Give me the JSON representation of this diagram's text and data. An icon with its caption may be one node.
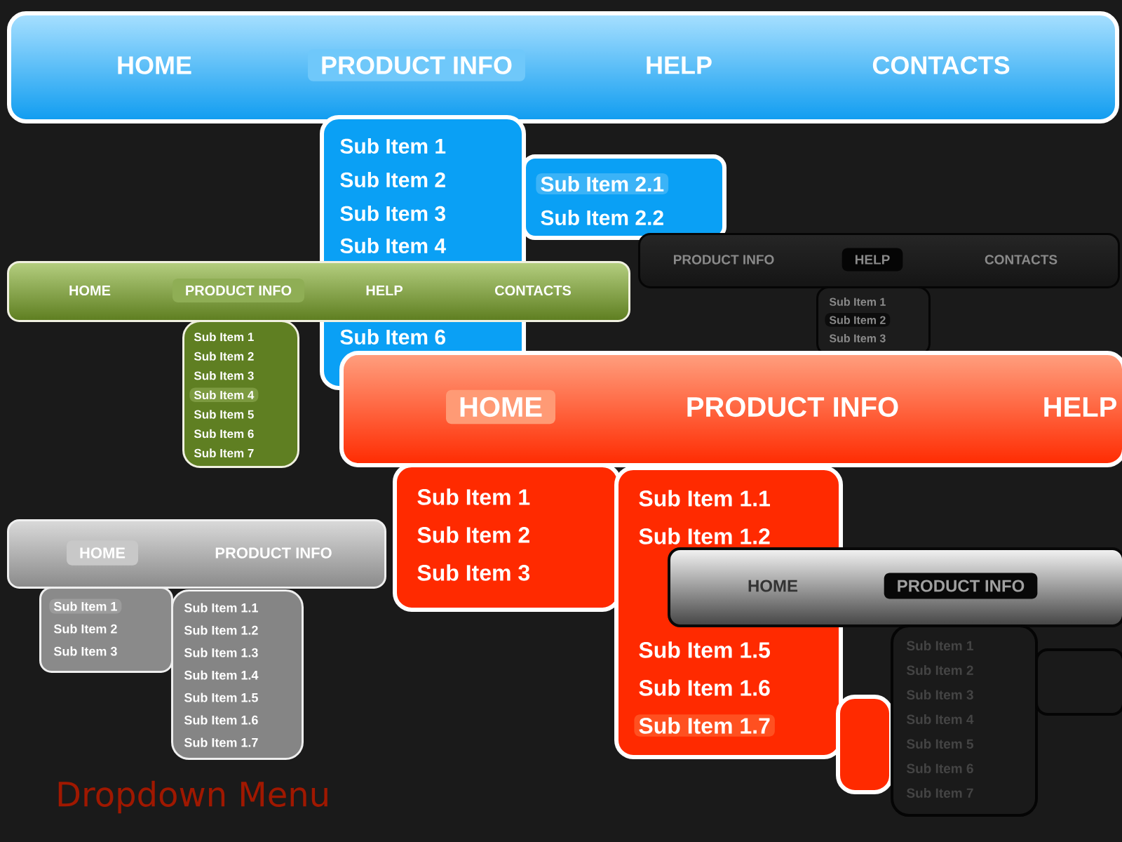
{
  "diagram": {
    "title": "Dropdown Menu",
    "nodes": [
      {
        "text": [
          "HOME",
          "PRODUCT INFO",
          "HELP",
          "CONTACTS"
        ]
      },
      {
        "text": [
          "Sub Item 1",
          "Sub Item 2",
          "Sub Item 3",
          "Sub Item 4",
          "Sub Item 6"
        ]
      },
      {
        "text": [
          "Sub Item 2.1",
          "Sub Item 2.2"
        ]
      },
      {
        "text": [
          "HOME",
          "PRODUCT INFO",
          "HELP",
          "CONTACTS"
        ]
      },
      {
        "text": [
          "Sub Item 1",
          "Sub Item 2",
          "Sub Item 3",
          "Sub Item 4",
          "Sub Item 5",
          "Sub Item 6",
          "Sub Item 7"
        ]
      },
      {
        "text": [
          "PRODUCT INFO",
          "HELP",
          "CONTACTS"
        ]
      },
      {
        "text": [
          "Sub Item 1",
          "Sub Item 2",
          "Sub Item 3"
        ]
      },
      {
        "text": [
          "HOME",
          "PRODUCT INFO",
          "HELP"
        ]
      },
      {
        "text": [
          "Sub Item 1",
          "Sub Item 2",
          "Sub Item 3"
        ]
      },
      {
        "text": [
          "Sub Item 1.1",
          "Sub Item 1.2",
          "Sub Item 1.5",
          "Sub Item 1.6",
          "Sub Item 1.7"
        ]
      },
      {
        "text": [],
        "shape": "box"
      },
      {
        "text": [
          "HOME",
          "PRODUCT INFO"
        ]
      },
      {
        "text": [
          "Sub Item 1",
          "Sub Item 2",
          "Sub Item 3"
        ]
      },
      {
        "text": [
          "Sub Item 1.1",
          "Sub Item 1.2",
          "Sub Item 1.3",
          "Sub Item 1.4",
          "Sub Item 1.5",
          "Sub Item 1.6",
          "Sub Item 1.7"
        ]
      },
      {
        "text": [
          "HOME",
          "PRODUCT INFO"
        ]
      },
      {
        "text": [
          "Sub Item 1",
          "Sub Item 2",
          "Sub Item 3",
          "Sub Item 4",
          "Sub Item 5",
          "Sub Item 6",
          "Sub Item 7"
        ]
      },
      {
        "text": [],
        "shape": "box"
      }
    ]
  }
}
